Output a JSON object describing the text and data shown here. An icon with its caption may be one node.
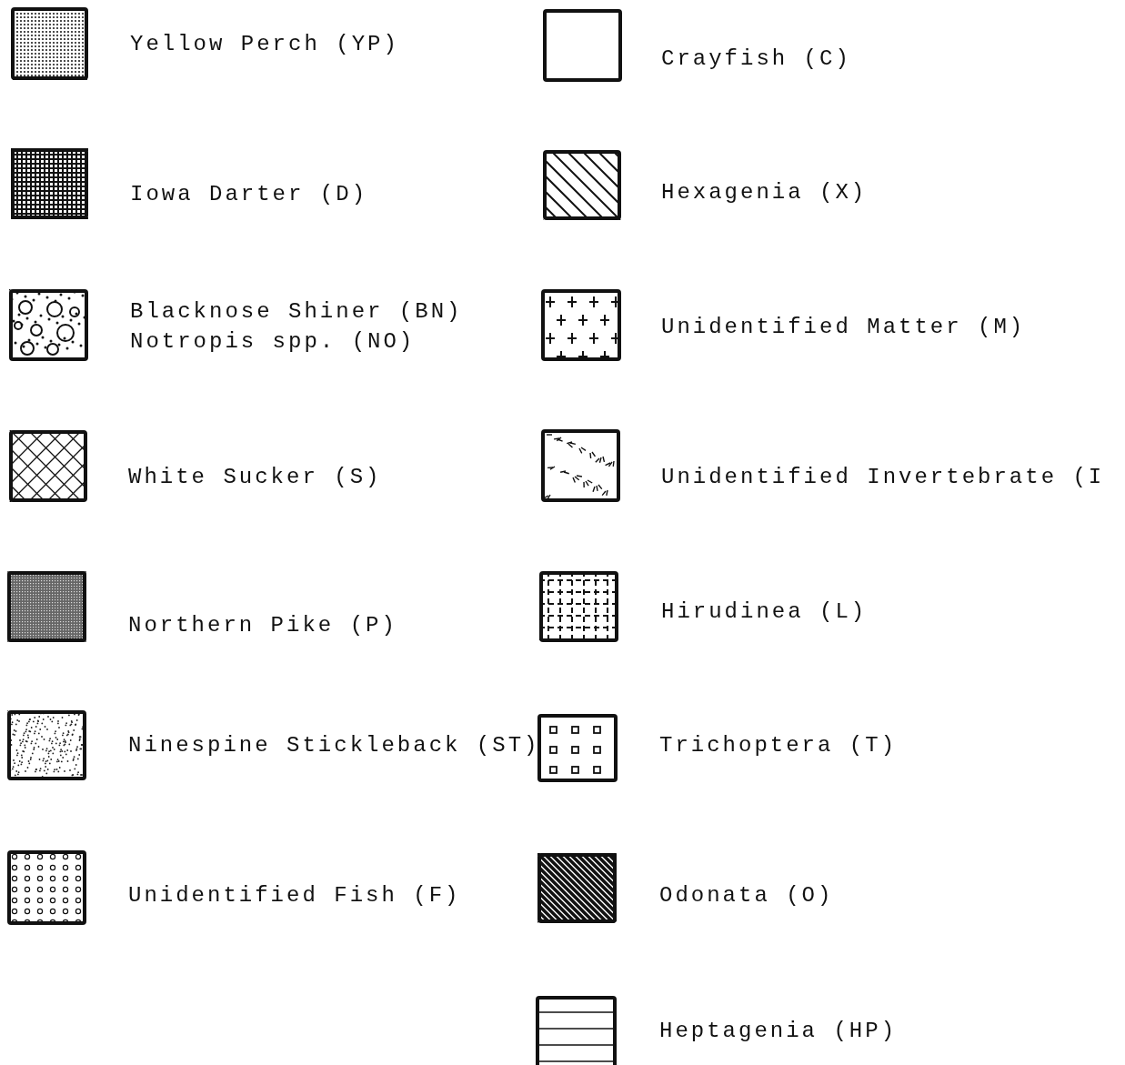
{
  "diagram": {
    "legend": [
      {
        "text": "Yellow Perch (YP)"
      },
      {
        "text": "Crayfish (C)"
      },
      {
        "text": "Iowa Darter (D)"
      },
      {
        "text": "Hexagenia (X)"
      },
      {
        "text": "Blacknose Shiner (BN) Notropis spp. (NO)"
      },
      {
        "text": "Unidentified Matter (M)"
      },
      {
        "text": "White Sucker (S)"
      },
      {
        "text": "Unidentified Invertebrate (I"
      },
      {
        "text": "Northern Pike (P)"
      },
      {
        "text": "Hirudinea (L)"
      },
      {
        "text": "Ninespine Stickleback (ST)"
      },
      {
        "text": "Trichoptera (T)"
      },
      {
        "text": "Unidentified Fish (F)"
      },
      {
        "text": "Odonata (O)"
      },
      {
        "text": "Heptagenia (HP)"
      }
    ]
  }
}
